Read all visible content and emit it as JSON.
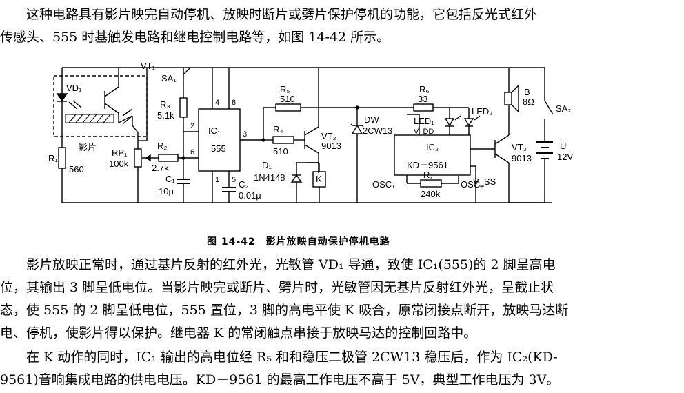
{
  "intro": {
    "line1": "这种电路具有影片映完自动停机、放映时断片或劈片保护停机的功能，它包括反光式红外",
    "line2": "传感头、555 时基触发电路和继电控制电路等，如图 14-42 所示。"
  },
  "figure": {
    "caption": "图 14-42　影片放映自动保护停机电路",
    "labels": {
      "vt1": "VT₁",
      "vd1": "VD₁",
      "sa1": "SA₁",
      "film": "影片",
      "r1": "R₁",
      "r1_val": "560",
      "rp1": "RP₁",
      "rp1_val": "100k",
      "r2": "R₂",
      "r2_val": "2.7k",
      "r3": "R₃",
      "r3_val": "5.1k",
      "c1": "C₁",
      "c1_val": "10μ",
      "ic1": "IC₁",
      "ic1_type": "555",
      "pin4": "4",
      "pin8": "8",
      "pin2": "2",
      "pin6": "6",
      "pin3": "3",
      "pin1": "1",
      "pin5": "5",
      "c2": "C₂",
      "c2_val": "0.01μ",
      "r5": "R₅",
      "r5_val": "510",
      "r4": "R₄",
      "r4_val": "510",
      "vt2": "VT₂",
      "vt2_type": "9013",
      "d1": "D₁",
      "d1_type": "1N4148",
      "k": "K",
      "dw": "DW",
      "dw_type": "2CW13",
      "r6": "R₆",
      "r6_val": "33",
      "led1": "LED₁",
      "led2": "LED₂",
      "vdd": "V_DD",
      "ic2": "IC₂",
      "ic2_type": "KD－9561",
      "osc1": "OSC₁",
      "osc2": "OSC₂",
      "r7": "R₇",
      "r7_val": "240k",
      "vss": "V_SS",
      "vt3": "VT₃",
      "vt3_type": "9013",
      "b": "B",
      "b_val": "8Ω",
      "sa2": "SA₂",
      "u": "U",
      "u_val": "12V"
    }
  },
  "body": {
    "p2_line1": "影片放映正常时，通过基片反射的红外光，光敏管 VD₁ 导通，致使 IC₁(555)的 2 脚呈高电",
    "p2_line2": "位，其输出 3 脚呈低电位。当影片映完或断片、劈片时，光敏管因无基片反射红外光，呈截止状",
    "p2_line3": "态，使 555 的 2 脚呈低电位，555 置位，3 脚的高电平使 K 吸合，原常闭接点断开，放映马达断",
    "p2_line4": "电、停机，使影片得以保护。继电器 K 的常闭触点串接于放映马达的控制回路中。",
    "p3_line1": "在 K 动作的同时，IC₁ 输出的高电位经 R₅ 和和稳压二极管 2CW13 稳压后，作为 IC₂(KD-",
    "p3_line2": "9561)音响集成电路的供电电压。KD－9561 的最高工作电压不高于 5V，典型工作电压为 3V。"
  }
}
